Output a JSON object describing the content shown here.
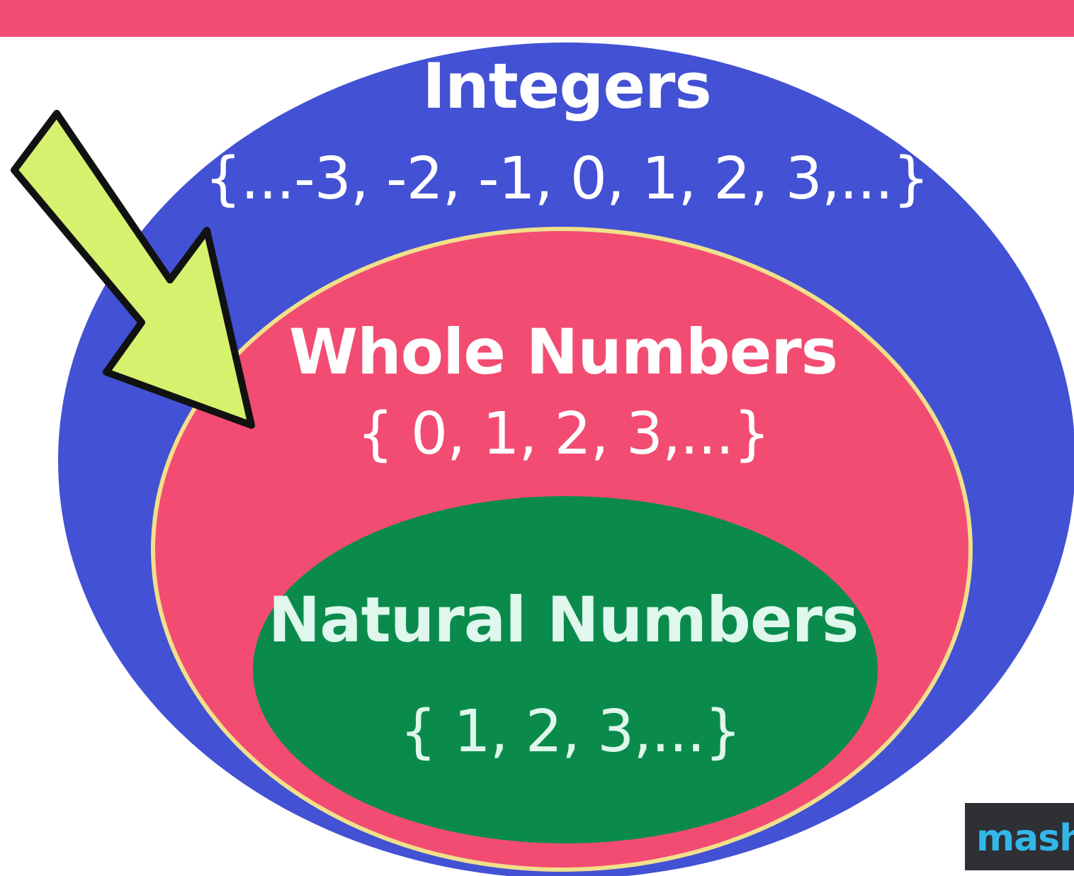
{
  "colors": {
    "top_band": "#f34c72",
    "integers_fill": "#4351d4",
    "whole_fill": "#f34c72",
    "whole_outline": "#f1e08a",
    "natural_fill": "#0a8b4c",
    "text_primary": "#ffffff",
    "natural_text": "#dff7ec",
    "arrow_fill": "#d6f16e",
    "arrow_outline": "#111111",
    "logo_bg": "#2e3036",
    "logo_text": "#33b7e8"
  },
  "diagram": {
    "integers": {
      "label": "Integers",
      "members": "{...-3, -2, -1, 0, 1, 2, 3,...}"
    },
    "whole_numbers": {
      "label": "Whole Numbers",
      "members": "{ 0, 1, 2, 3,...}"
    },
    "natural_numbers": {
      "label": "Natural Numbers",
      "members": "{ 1, 2, 3,...}"
    },
    "pointer": {
      "icon": "arrow-icon"
    }
  },
  "logo": {
    "text": "mashu"
  }
}
